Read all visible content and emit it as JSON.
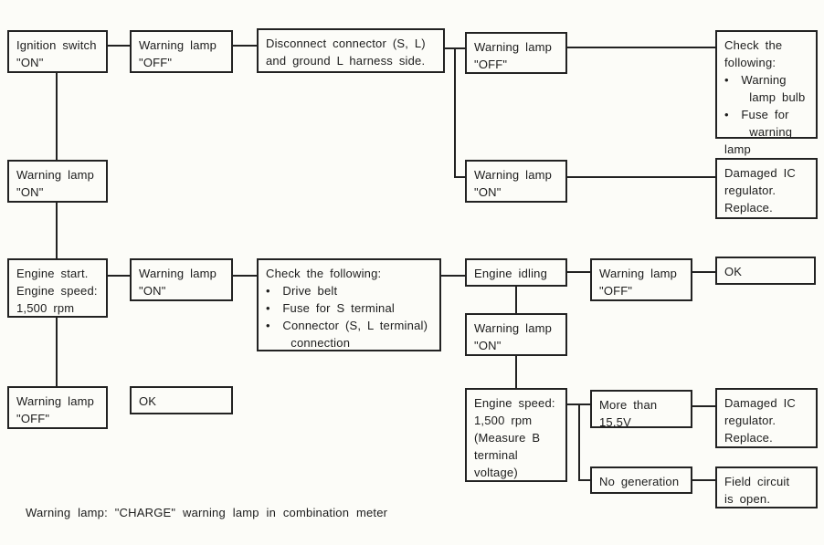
{
  "diagram": {
    "footer": "Warning lamp: \"CHARGE\" warning lamp in combination meter",
    "boxes": {
      "ignition_switch": "Ignition switch\n\"ON\"",
      "warning_lamp_off_1": "Warning lamp\n\"OFF\"",
      "disconnect_connector": "Disconnect connector (S, L)\nand ground L harness side.",
      "warning_lamp_off_2": "Warning lamp\n\"OFF\"",
      "check_following_1": "Check the\nfollowing:\n•  Warning\n    lamp bulb\n•  Fuse for\n    warning lamp",
      "warning_lamp_on_2": "Warning lamp\n\"ON\"",
      "damaged_ic_1": "Damaged IC\nregulator.\nReplace.",
      "warning_lamp_on_1": "Warning lamp\n\"ON\"",
      "engine_start": "Engine start.\nEngine speed:\n1,500 rpm",
      "warning_lamp_on_3": "Warning lamp\n\"ON\"",
      "check_following_2": "Check the following:\n•  Drive belt\n•  Fuse for S terminal\n•  Connector (S, L terminal)\n    connection",
      "engine_idling": "Engine idling",
      "warning_lamp_off_3": "Warning lamp\n\"OFF\"",
      "ok_1": "OK",
      "warning_lamp_on_4": "Warning lamp\n\"ON\"",
      "engine_speed": "Engine speed:\n1,500 rpm\n(Measure B\nterminal\nvoltage)",
      "more_than_155v": "More than\n15.5V",
      "damaged_ic_2": "Damaged IC\nregulator.\nReplace.",
      "no_generation": "No generation",
      "field_circuit": "Field circuit\nis open.",
      "warning_lamp_off_4": "Warning lamp\n\"OFF\"",
      "ok_2": "OK"
    },
    "colors": {
      "ink": "#222222",
      "paper": "#fcfcf8"
    }
  }
}
